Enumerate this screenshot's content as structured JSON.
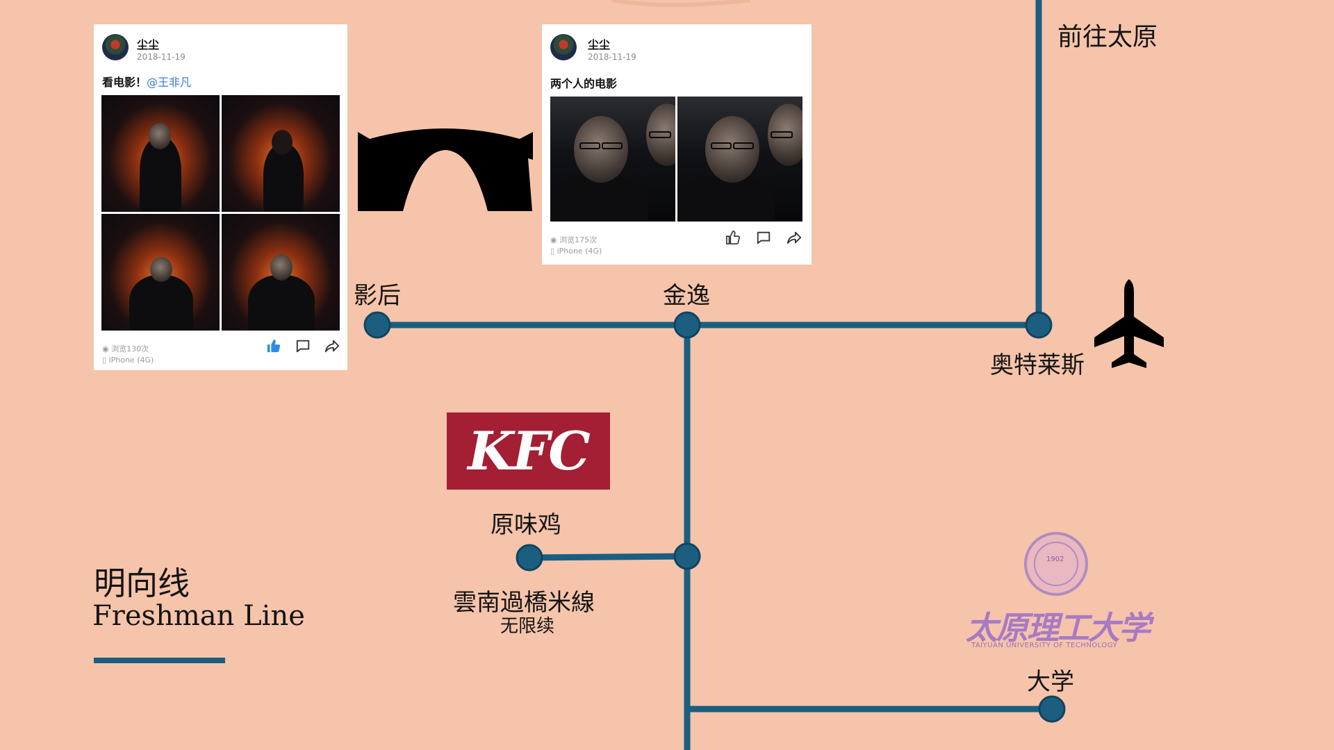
{
  "colors": {
    "background": "#F5C4AA",
    "line": "#1B5E80",
    "kfc_red": "#A41E34",
    "mention_blue": "#3579d6"
  },
  "posts": [
    {
      "author": "尘尘",
      "date": "2018-11-19",
      "text": "看电影！",
      "mention": "@王非凡",
      "views": "浏览130次",
      "device": "iPhone (4G)",
      "liked": true,
      "photos": 4
    },
    {
      "author": "尘尘",
      "date": "2018-11-19",
      "text": "两个人的电影",
      "mention": "",
      "views": "浏览175次",
      "device": "iPhone (4G)",
      "liked": false,
      "photos": 2
    }
  ],
  "stations": {
    "yinghou": "影后",
    "jinyi": "金逸",
    "aoteles": "奥特莱斯",
    "taiyuan": "前往太原",
    "kfc_station": "原味鸡",
    "yunnan": "雲南過橋米線",
    "yunnan_sub": "无限续",
    "daxue": "大学"
  },
  "kfc": {
    "logo_text": "KFC"
  },
  "university": {
    "name_cn": "太原理工大学",
    "name_en": "TAIYUAN UNIVERSITY OF TECHNOLOGY",
    "seal_year": "1902"
  },
  "line_title": {
    "cn": "明向线",
    "en": "Freshman Line"
  },
  "icons": [
    "bridge-icon",
    "airplane-icon",
    "eye-icon",
    "phone-icon",
    "thumbs-up-icon",
    "comment-icon",
    "share-icon"
  ]
}
